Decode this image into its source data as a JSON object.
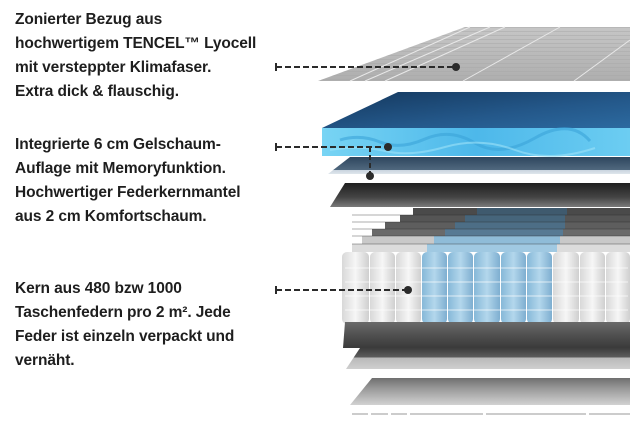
{
  "callouts": [
    {
      "id": "cover",
      "lines": [
        "Zonierter Bezug aus",
        "hochwertigem TENCEL™ Lyocell",
        "mit versteppter Klimafaser.",
        "Extra dick & flauschig."
      ]
    },
    {
      "id": "gel-foam",
      "lines": [
        "Integrierte 6 cm Gelschaum-",
        "Auflage mit Memoryfunktion.",
        "Hochwertiger Federkernmantel",
        "aus 2 cm Komfortschaum."
      ]
    },
    {
      "id": "pocket-springs",
      "lines": [
        "Kern aus 480 bzw 1000",
        "Taschenfedern pro 2 m². Jede",
        "Feder ist einzeln verpackt und",
        "vernäht."
      ]
    }
  ],
  "colors": {
    "text": "#1e1e1e",
    "leader": "#2b2b2b",
    "cover_layer": "#b9b9b9",
    "gel_top": "#1f4f7e",
    "gel_side": "#5fc4ee",
    "foam_blue_grey": "#3d5a74",
    "felt_dark": "#3a3a3a",
    "spring_white": "#eeeeee",
    "spring_blue": "#a9cfe6"
  }
}
